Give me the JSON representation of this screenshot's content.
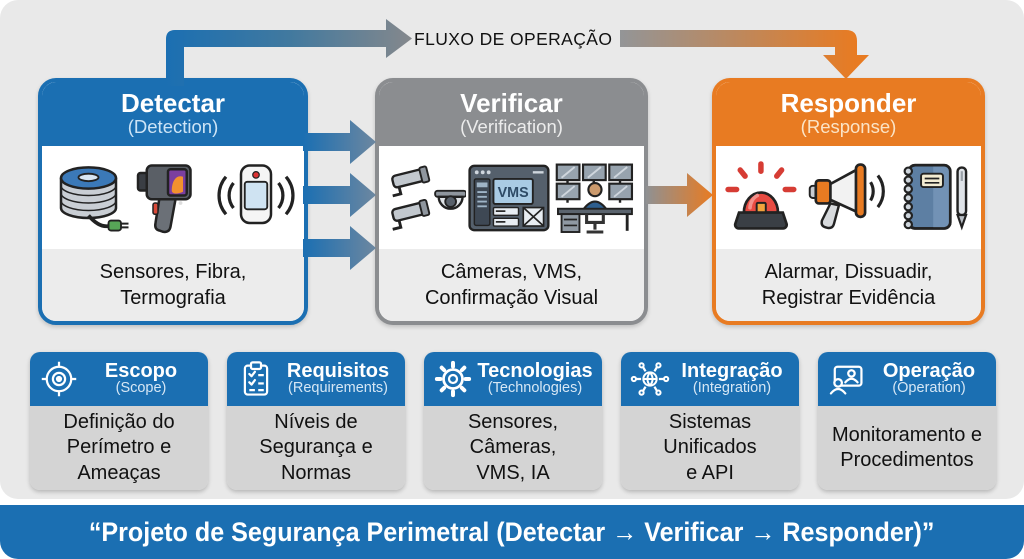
{
  "flow": {
    "label": "FLUXO DE OPERAÇÃO"
  },
  "colors": {
    "primary_blue": "#1b6fb2",
    "stage_gray": "#8b8d90",
    "stage_orange": "#e87b22",
    "surface": "#e9e9e9",
    "pillar_body": "#d4d4d4",
    "stage_caption_bg": "#ececec"
  },
  "stages": [
    {
      "title": "Detectar",
      "subtitle": "(Detection)",
      "caption": "Sensores, Fibra,\nTermografia",
      "icons": [
        "fiber-spool-icon",
        "thermal-camera-icon",
        "motion-sensor-icon"
      ]
    },
    {
      "title": "Verificar",
      "subtitle": "(Verification)",
      "caption": "Câmeras, VMS,\nConfirmação Visual",
      "icons": [
        "cctv-cameras-icon",
        "vms-software-icon",
        "monitoring-station-icon"
      ]
    },
    {
      "title": "Responder",
      "subtitle": "(Response)",
      "caption": "Alarmar, Dissuadir,\nRegistrar Evidência",
      "icons": [
        "alarm-siren-icon",
        "megaphone-icon",
        "evidence-notebook-icon"
      ]
    }
  ],
  "vms_label": "VMS",
  "pillars": [
    {
      "title": "Escopo",
      "subtitle": "(Scope)",
      "body": "Definição do\nPerímetro e\nAmeaças",
      "icon": "target-icon"
    },
    {
      "title": "Requisitos",
      "subtitle": "(Requirements)",
      "body": "Níveis de\nSegurança e\nNormas",
      "icon": "checklist-icon"
    },
    {
      "title": "Tecnologias",
      "subtitle": "(Technologies)",
      "body": "Sensores,\nCâmeras,\nVMS, IA",
      "icon": "gear-icon"
    },
    {
      "title": "Integração",
      "subtitle": "(Integration)",
      "body": "Sistemas\nUnificados\ne API",
      "icon": "network-icon"
    },
    {
      "title": "Operação",
      "subtitle": "(Operation)",
      "body": "Monitoramento e\nProcedimentos",
      "icon": "team-meeting-icon"
    }
  ],
  "footer": {
    "title": "“Projeto de Segurança Perimetral (Detectar → Verificar → Responder)”"
  }
}
